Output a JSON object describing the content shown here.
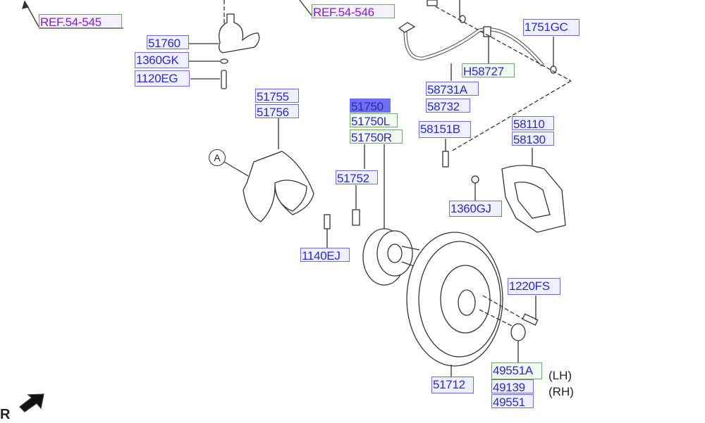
{
  "references": [
    "REF.54-545",
    "REF.54-546"
  ],
  "parts": {
    "p51760": "51760",
    "p1360GK": "1360GK",
    "p1120EG": "1120EG",
    "p51755": "51755",
    "p51756": "51756",
    "p51750": "51750",
    "p51750L": "51750L",
    "p51750R": "51750R",
    "p51752": "51752",
    "p1140EJ": "1140EJ",
    "p58731A": "58731A",
    "p58732": "58732",
    "pH58727": "H58727",
    "p1751GC": "1751GC",
    "p58151B": "58151B",
    "p58110": "58110",
    "p58130": "58130",
    "p1360GJ": "1360GJ",
    "p1220FS": "1220FS",
    "p51712": "51712",
    "p49551A": "49551A",
    "p49139": "49139",
    "p49551": "49551"
  },
  "side_notes": {
    "lh": "(LH)",
    "rh": "(RH)"
  },
  "callout": "A",
  "direction": "R",
  "colors": {
    "label_border": "#6a6af0",
    "label_text": "#2a2ad0",
    "ref_text": "#8a1ad8",
    "green_border": "#6aa86a",
    "selected_fill": "#6f6ff0"
  }
}
